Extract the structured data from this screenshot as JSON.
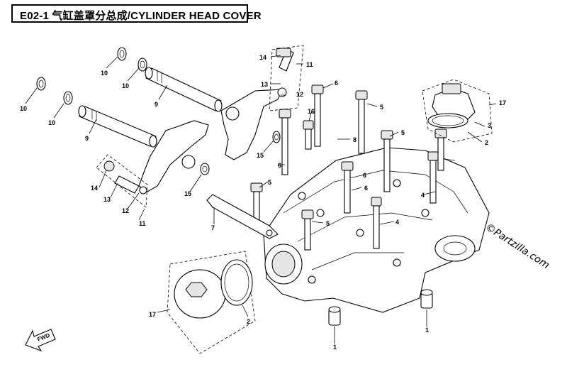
{
  "title": "E02-1 气缸盖罩分总成/CYLINDER HEAD COVER",
  "watermark": "©Partzilla.com",
  "fwd_label": "FWD",
  "callouts": [
    {
      "id": "c1",
      "text": "14"
    },
    {
      "id": "c2",
      "text": "11"
    },
    {
      "id": "c3",
      "text": "13"
    },
    {
      "id": "c4",
      "text": "12"
    },
    {
      "id": "c5",
      "text": "6"
    },
    {
      "id": "c6",
      "text": "16"
    },
    {
      "id": "c7",
      "text": "5"
    },
    {
      "id": "c8",
      "text": "17"
    },
    {
      "id": "c9",
      "text": "3"
    },
    {
      "id": "c10",
      "text": "2"
    },
    {
      "id": "c11",
      "text": "10"
    },
    {
      "id": "c12",
      "text": "10"
    },
    {
      "id": "c13",
      "text": "10"
    },
    {
      "id": "c14",
      "text": "10"
    },
    {
      "id": "c15",
      "text": "9"
    },
    {
      "id": "c16",
      "text": "9"
    },
    {
      "id": "c17",
      "text": "15"
    },
    {
      "id": "c18",
      "text": "8"
    },
    {
      "id": "c19",
      "text": "6"
    },
    {
      "id": "c20",
      "text": "6"
    },
    {
      "id": "c21",
      "text": "5"
    },
    {
      "id": "c22",
      "text": "14"
    },
    {
      "id": "c23",
      "text": "13"
    },
    {
      "id": "c24",
      "text": "12"
    },
    {
      "id": "c25",
      "text": "11"
    },
    {
      "id": "c26",
      "text": "15"
    },
    {
      "id": "c27",
      "text": "5"
    },
    {
      "id": "c28",
      "text": "6"
    },
    {
      "id": "c29",
      "text": "4"
    },
    {
      "id": "c30",
      "text": "7"
    },
    {
      "id": "c31",
      "text": "5"
    },
    {
      "id": "c32",
      "text": "4"
    },
    {
      "id": "c33",
      "text": "17"
    },
    {
      "id": "c34",
      "text": "2"
    },
    {
      "id": "c35",
      "text": "1"
    },
    {
      "id": "c36",
      "text": "1"
    }
  ]
}
